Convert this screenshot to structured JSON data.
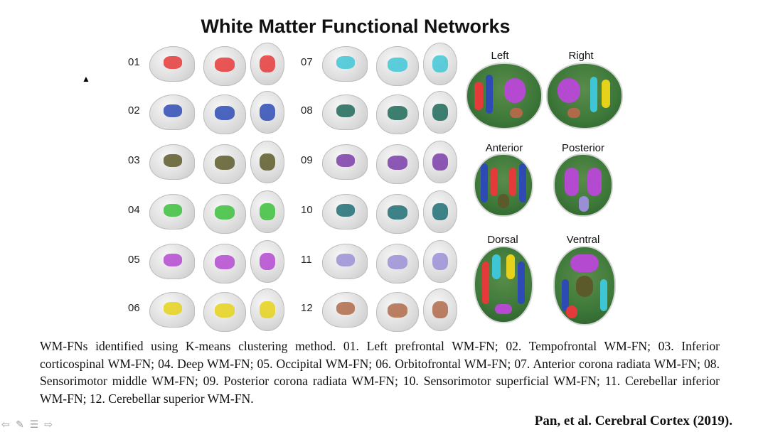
{
  "slide": {
    "title": "White Matter Functional Networks",
    "rows_left": [
      {
        "label": "01",
        "color": "#e53a3a"
      },
      {
        "label": "02",
        "color": "#2e4bb5"
      },
      {
        "label": "03",
        "color": "#5c5a2a"
      },
      {
        "label": "04",
        "color": "#3cbf3c"
      },
      {
        "label": "05",
        "color": "#b44ad0"
      },
      {
        "label": "06",
        "color": "#e6d21a"
      }
    ],
    "rows_right": [
      {
        "label": "07",
        "color": "#3fc6d6"
      },
      {
        "label": "08",
        "color": "#1f6a5a"
      },
      {
        "label": "09",
        "color": "#7b3da8"
      },
      {
        "label": "10",
        "color": "#1f6f74"
      },
      {
        "label": "11",
        "color": "#9a8fd6"
      },
      {
        "label": "12",
        "color": "#b06a4a"
      }
    ],
    "views": {
      "left": "Left",
      "right": "Right",
      "anterior": "Anterior",
      "posterior": "Posterior",
      "dorsal": "Dorsal",
      "ventral": "Ventral"
    },
    "caption": "WM-FNs identified using K-means clustering method. 01. Left prefrontal WM-FN; 02. Tempofrontal WM-FN; 03. Inferior corticospinal WM-FN; 04. Deep WM-FN; 05. Occipital WM-FN; 06. Orbitofrontal WM-FN; 07. Anterior corona radiata WM-FN; 08. Sensorimotor middle WM-FN; 09. Posterior corona radiata WM-FN; 10. Sensorimotor superficial WM-FN; 11. Cerebellar inferior WM-FN; 12. Cerebellar superior WM-FN.",
    "citation": "Pan, et al. Cerebral Cortex (2019)."
  },
  "navigation": {
    "icons": [
      "prev-arrow-icon",
      "pen-icon",
      "menu-icon",
      "next-arrow-icon"
    ],
    "glyphs": [
      "⇦",
      "✎",
      "☰",
      "⇨"
    ]
  }
}
